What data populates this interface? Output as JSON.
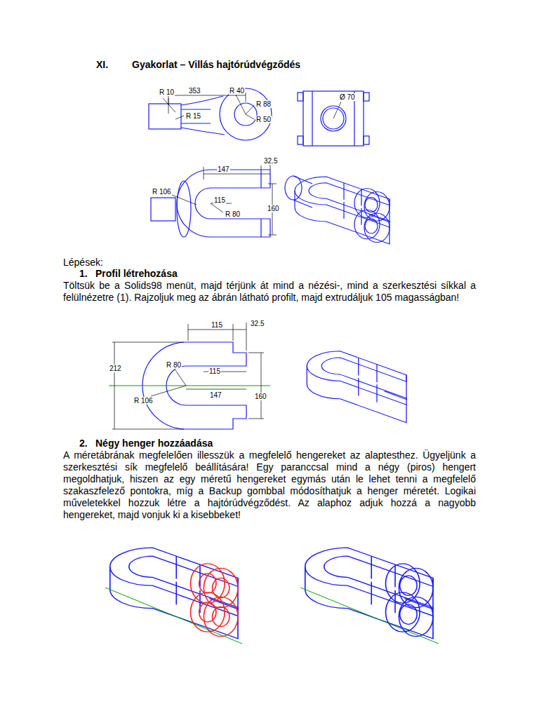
{
  "diagram": {
    "title": "Gyakorlat – Villás hajtórúdvégződés",
    "labels": [
      "XI.",
      "R 10",
      "353",
      "R 40",
      "R 15",
      "R 88",
      "R 50",
      "Ø 70",
      "147",
      "32.5",
      "R 106",
      "115",
      "R 80",
      "160",
      "Lépések:",
      "1.",
      "Profil létrehozása",
      "Töltsük be a Solids98 menüt, majd térjünk át mind a nézési-, mind a szerkesztési síkkal a felülnézetre (1). Rajzoljuk meg az ábrán látható profilt, majd extrudáljuk 105 magasságban!",
      "115",
      "32.5",
      "212",
      "R 80",
      "115",
      "R 106",
      "147",
      "160",
      "2.",
      "Négy henger hozzáadása",
      "A méretábrának megfelelően illesszük a megfelelő hengereket az alaptesthez. Ügyeljünk a szerkesztési sík megfelelő beállítására! Egy paranccsal mind a négy (piros) hengert megoldhatjuk, hiszen az egy méretű hengereket egymás után le lehet tenni a megfelelő szakaszfelező pontokra, míg a Backup gombbal módosíthatjuk a henger méretét. Logikai műveletekkel hozzuk létre a hajtórúdvégződést. Az alaphoz adjuk hozzá a nagyobb hengereket, majd vonjuk ki a kisebbeket!"
    ]
  }
}
